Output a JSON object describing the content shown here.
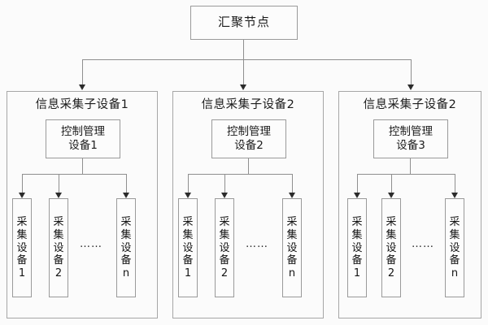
{
  "diagram": {
    "type": "hierarchical-block-diagram",
    "language": "zh-CN",
    "background_color": "#fbfbfb",
    "box_border_color": "#9a9a9a",
    "box_fill_color": "#fcfcfc",
    "connector_color": "#8f8f8f",
    "arrow_color": "#2b2b2b",
    "text_color": "#1b1b1b"
  },
  "root": {
    "label": "汇聚节点"
  },
  "groups": [
    {
      "title": "信息采集子设备1",
      "control": {
        "line1": "控制管理",
        "line2": "设备1"
      },
      "ellipsis": "……",
      "leaves": [
        {
          "chars": [
            "采",
            "集",
            "设",
            "备",
            "1"
          ]
        },
        {
          "chars": [
            "采",
            "集",
            "设",
            "备",
            "2"
          ]
        },
        {
          "chars": [
            "采",
            "集",
            "设",
            "备",
            "n"
          ]
        }
      ]
    },
    {
      "title": "信息采集子设备2",
      "control": {
        "line1": "控制管理",
        "line2": "设备2"
      },
      "ellipsis": "……",
      "leaves": [
        {
          "chars": [
            "采",
            "集",
            "设",
            "备",
            "1"
          ]
        },
        {
          "chars": [
            "采",
            "集",
            "设",
            "备",
            "2"
          ]
        },
        {
          "chars": [
            "采",
            "集",
            "设",
            "备",
            "n"
          ]
        }
      ]
    },
    {
      "title": "信息采集子设备2",
      "control": {
        "line1": "控制管理",
        "line2": "设备3"
      },
      "ellipsis": "……",
      "leaves": [
        {
          "chars": [
            "采",
            "集",
            "设",
            "备",
            "1"
          ]
        },
        {
          "chars": [
            "采",
            "集",
            "设",
            "备",
            "2"
          ]
        },
        {
          "chars": [
            "采",
            "集",
            "设",
            "备",
            "n"
          ]
        }
      ]
    }
  ]
}
